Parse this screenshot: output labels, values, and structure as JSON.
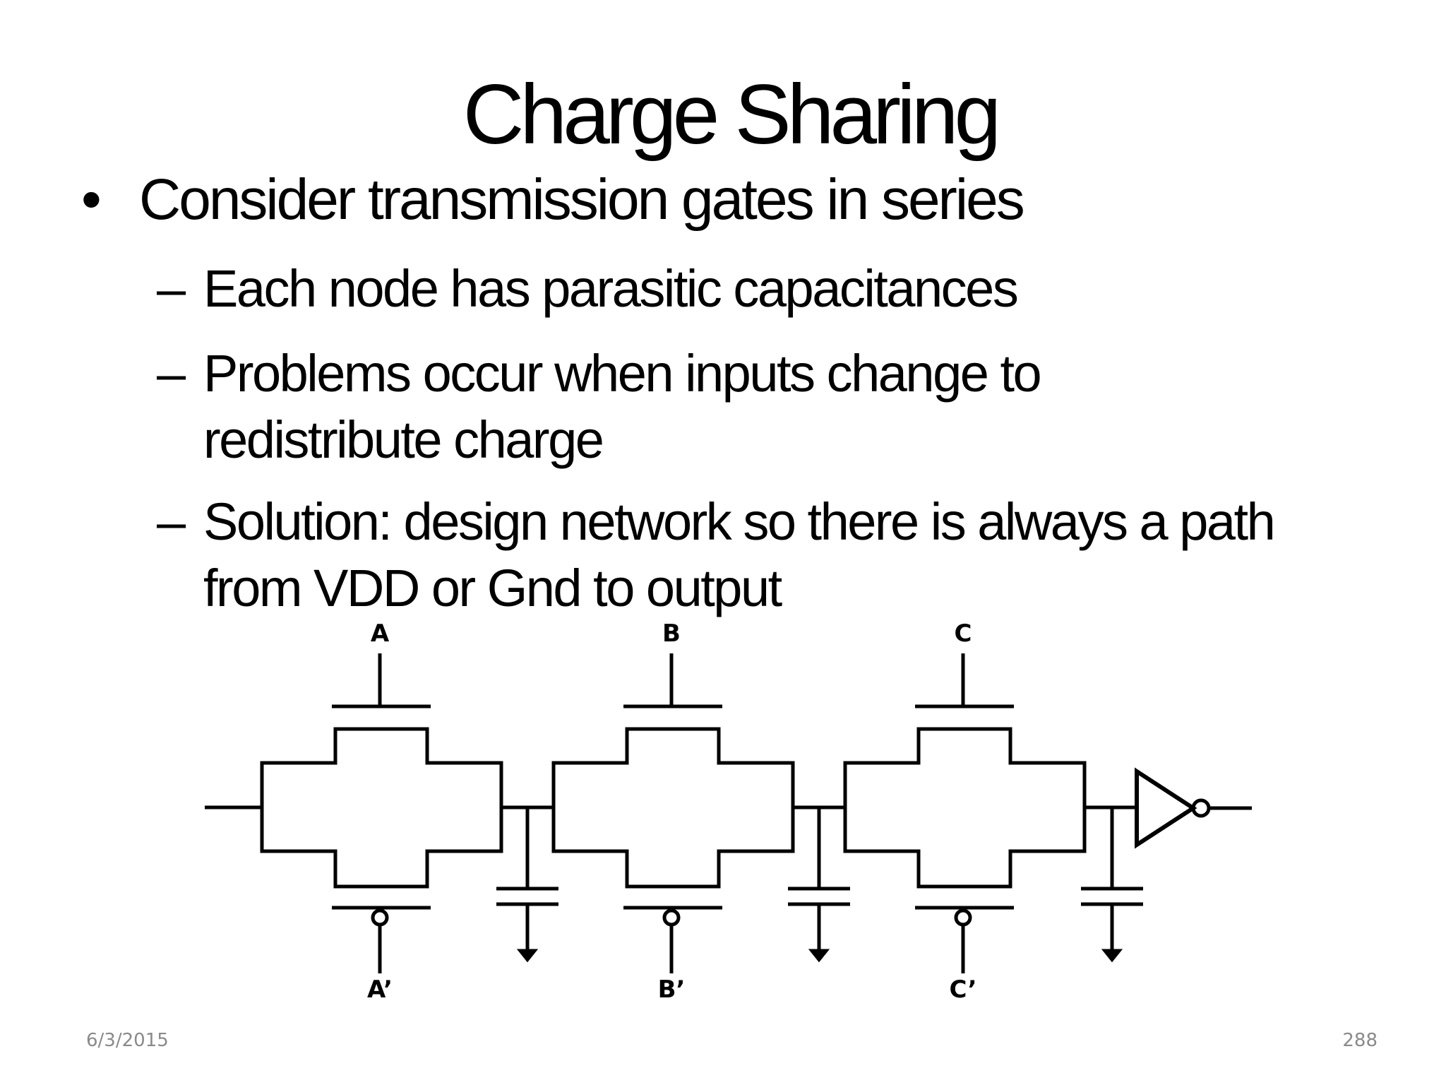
{
  "slide": {
    "title": "Charge Sharing",
    "bullet": "Consider transmission gates in series",
    "sub_items": [
      {
        "lines": [
          "Each node has parasitic capacitances"
        ]
      },
      {
        "lines": [
          "Problems occur when inputs change to",
          "redistribute charge"
        ]
      },
      {
        "lines": [
          "Solution: design network so there is always a path",
          "from VDD or Gnd to output"
        ]
      }
    ]
  },
  "circuit": {
    "gate_labels_top": [
      "A",
      "B",
      "C"
    ],
    "gate_labels_bottom": [
      "A’",
      "B’",
      "C’"
    ]
  },
  "footer": {
    "date": "6/3/2015",
    "page": "288"
  }
}
